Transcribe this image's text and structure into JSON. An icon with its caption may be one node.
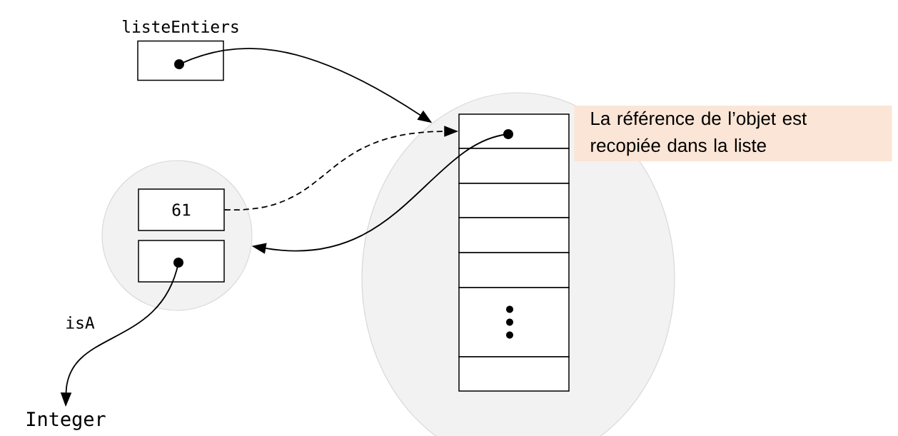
{
  "diagram": {
    "nodes": [
      {
        "text": [
          "listeEntiers"
        ]
      },
      {
        "text": [],
        "shape": "circle"
      },
      {
        "text": [],
        "shape": "box",
        "in": 1
      },
      {
        "text": [],
        "shape": "box",
        "in": 1
      },
      {
        "text": [],
        "shape": "box",
        "in": 1
      },
      {
        "text": [],
        "shape": "box",
        "in": 1
      },
      {
        "text": [],
        "shape": "box",
        "in": 1
      },
      {
        "text": [],
        "shape": "box",
        "in": 1
      },
      {
        "text": [],
        "shape": "box",
        "in": 1
      },
      {
        "text": [
          "La référence de l’objet est recopiée dans la liste"
        ]
      },
      {
        "text": [],
        "shape": "circle"
      },
      {
        "text": [
          "61"
        ],
        "in": 10
      },
      {
        "text": [],
        "shape": "box",
        "in": 10
      },
      {
        "text": [
          "Integer"
        ]
      }
    ],
    "edges": [
      {
        "from": 0,
        "to": 1,
        "arrow": "to"
      },
      {
        "from": 11,
        "to": 2,
        "arrow": "to",
        "style": "dashed"
      },
      {
        "from": 2,
        "to": 10,
        "arrow": "to"
      },
      {
        "from": 12,
        "to": 13,
        "arrow": "to",
        "label": "isA"
      }
    ]
  }
}
